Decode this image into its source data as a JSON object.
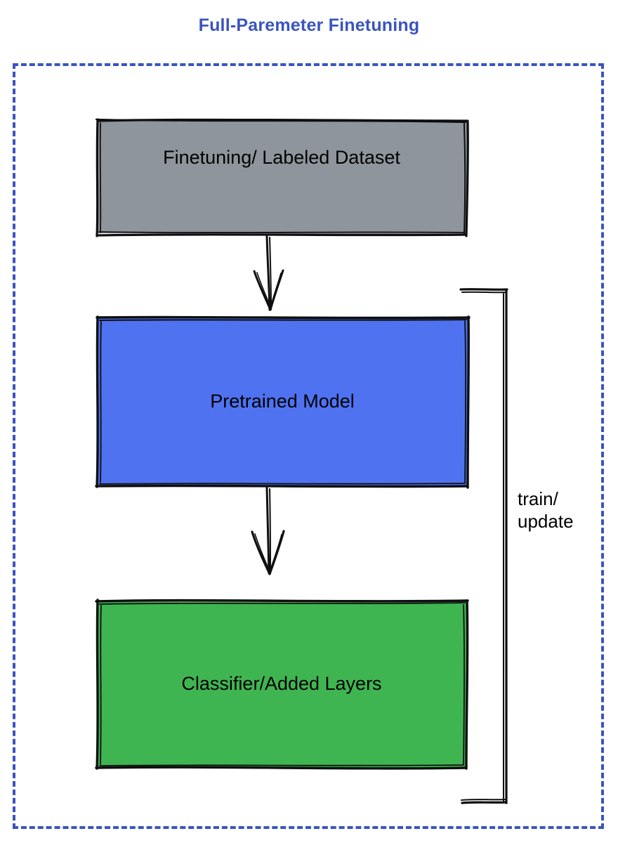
{
  "diagram": {
    "title": "Full-Paremeter Finetuning",
    "title_color": "#3a54c0",
    "frame": {
      "style": "dashed",
      "color": "#3a54c0"
    },
    "nodes": [
      {
        "id": "dataset",
        "label": "Finetuning/ Labeled Dataset",
        "fill": "#8e959c",
        "stroke": "#000000",
        "shape": "rectangle"
      },
      {
        "id": "pretrained",
        "label": "Pretrained Model",
        "fill": "#4f72f0",
        "stroke": "#000000",
        "shape": "rectangle"
      },
      {
        "id": "classifier",
        "label": "Classifier/Added Layers",
        "fill": "#3fb551",
        "stroke": "#000000",
        "shape": "rectangle"
      }
    ],
    "edges": [
      {
        "id": "dataset-to-pretrained",
        "from": "dataset",
        "to": "pretrained",
        "label": "",
        "arrow": true
      },
      {
        "id": "pretrained-to-classifier",
        "from": "pretrained",
        "to": "classifier",
        "label": "",
        "arrow": true
      },
      {
        "id": "feedback-loop",
        "from": "classifier",
        "to": "pretrained",
        "label": "train/\nupdate",
        "arrow": false
      }
    ]
  }
}
